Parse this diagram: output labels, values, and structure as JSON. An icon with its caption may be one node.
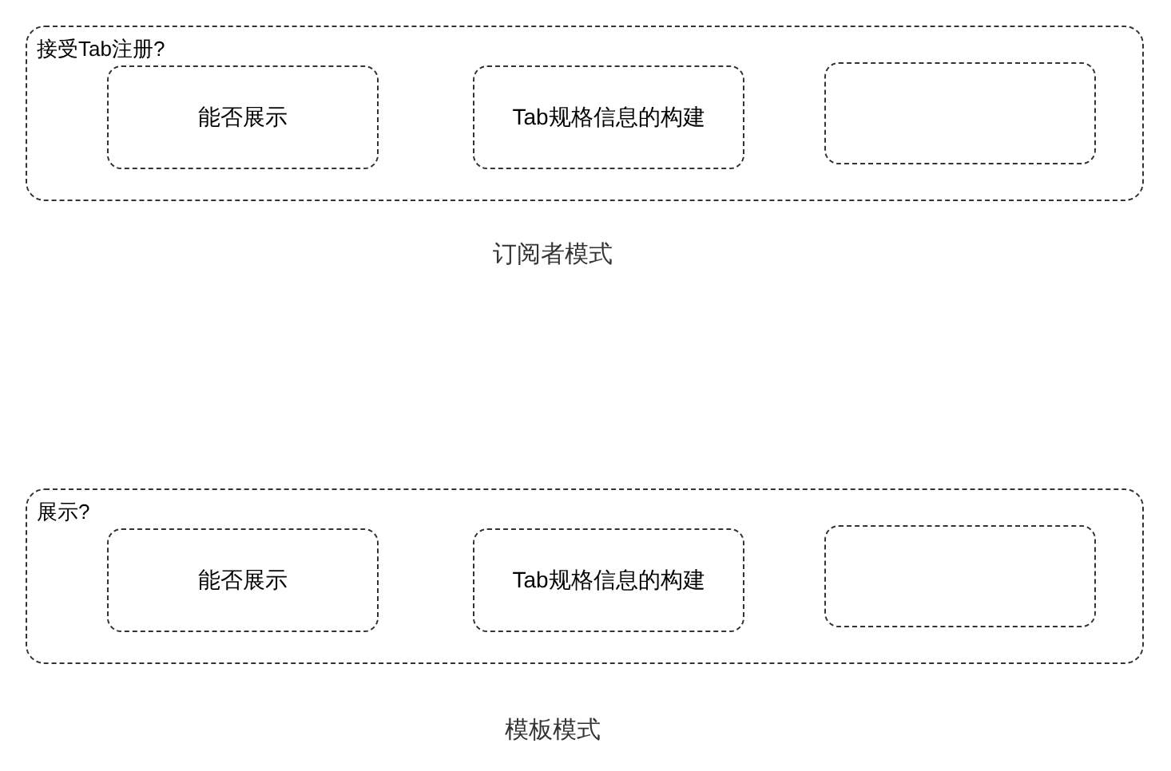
{
  "diagram": {
    "nodes": [
      {
        "text": [
          "接受Tab注册?"
        ],
        "beside": [
          "订阅者模式"
        ]
      },
      {
        "text": [
          "能否展示"
        ],
        "in": 0
      },
      {
        "text": [
          "Tab规格信息的构建"
        ],
        "in": 0
      },
      {
        "text": [],
        "shape": "box",
        "in": 0
      },
      {
        "text": [
          "展示?"
        ],
        "beside": [
          "模板模式"
        ]
      },
      {
        "text": [
          "能否展示"
        ],
        "in": 4
      },
      {
        "text": [
          "Tab规格信息的构建"
        ],
        "in": 4
      },
      {
        "text": [],
        "shape": "box",
        "in": 4
      }
    ]
  }
}
